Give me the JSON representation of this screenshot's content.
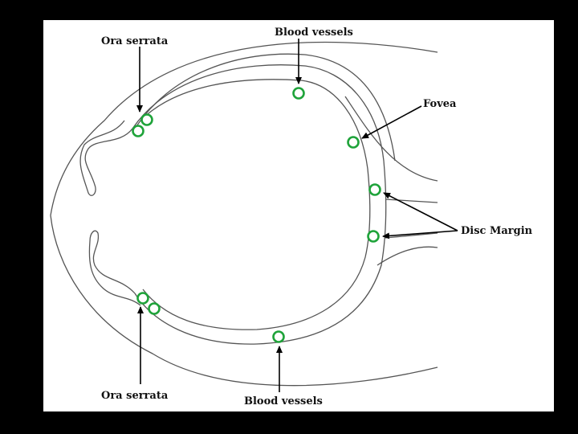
{
  "labels": {
    "ora_serrata_top": "Ora serrata",
    "blood_vessels_top": "Blood vessels",
    "fovea": "Fovea",
    "disc_margin": "Disc Margin",
    "ora_serrata_bottom": "Ora serrata",
    "blood_vessels_bottom": "Blood vessels"
  },
  "colors": {
    "background": "#000000",
    "panel": "#ffffff",
    "marker": "#1fa33a",
    "outline": "#555555"
  }
}
